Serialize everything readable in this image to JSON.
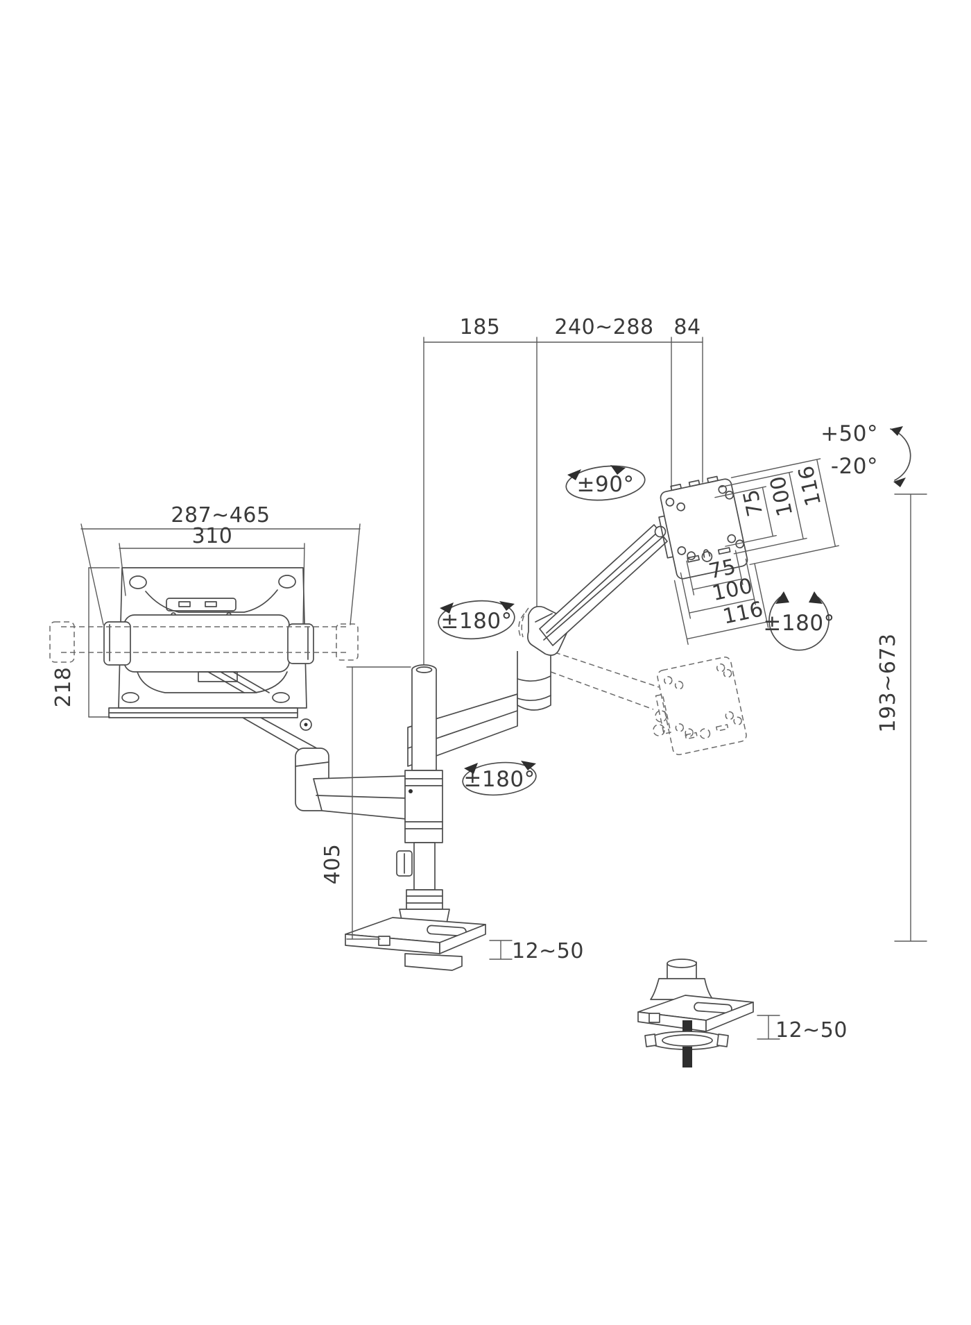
{
  "diagram": {
    "top_dims": {
      "upper_arm_reach": "185",
      "spring_arm_reach": "240~288",
      "vesa_depth": "84"
    },
    "tilt": {
      "up": "+50°",
      "down": "-20°"
    },
    "rotation": {
      "arm_pivot": "±90°",
      "elbow_swivel": "±180°",
      "pole_swivel": "±180°",
      "vesa_rotate": "±180°"
    },
    "tray": {
      "width_range": "287~465",
      "plate_width": "310",
      "depth": "218"
    },
    "pole": {
      "lower_arm_height": "405"
    },
    "height_range": "193~673",
    "desk_thickness": "12~50",
    "vesa_vertical": [
      "75",
      "100",
      "116"
    ],
    "vesa_horizontal": [
      "75",
      "100",
      "116"
    ]
  }
}
